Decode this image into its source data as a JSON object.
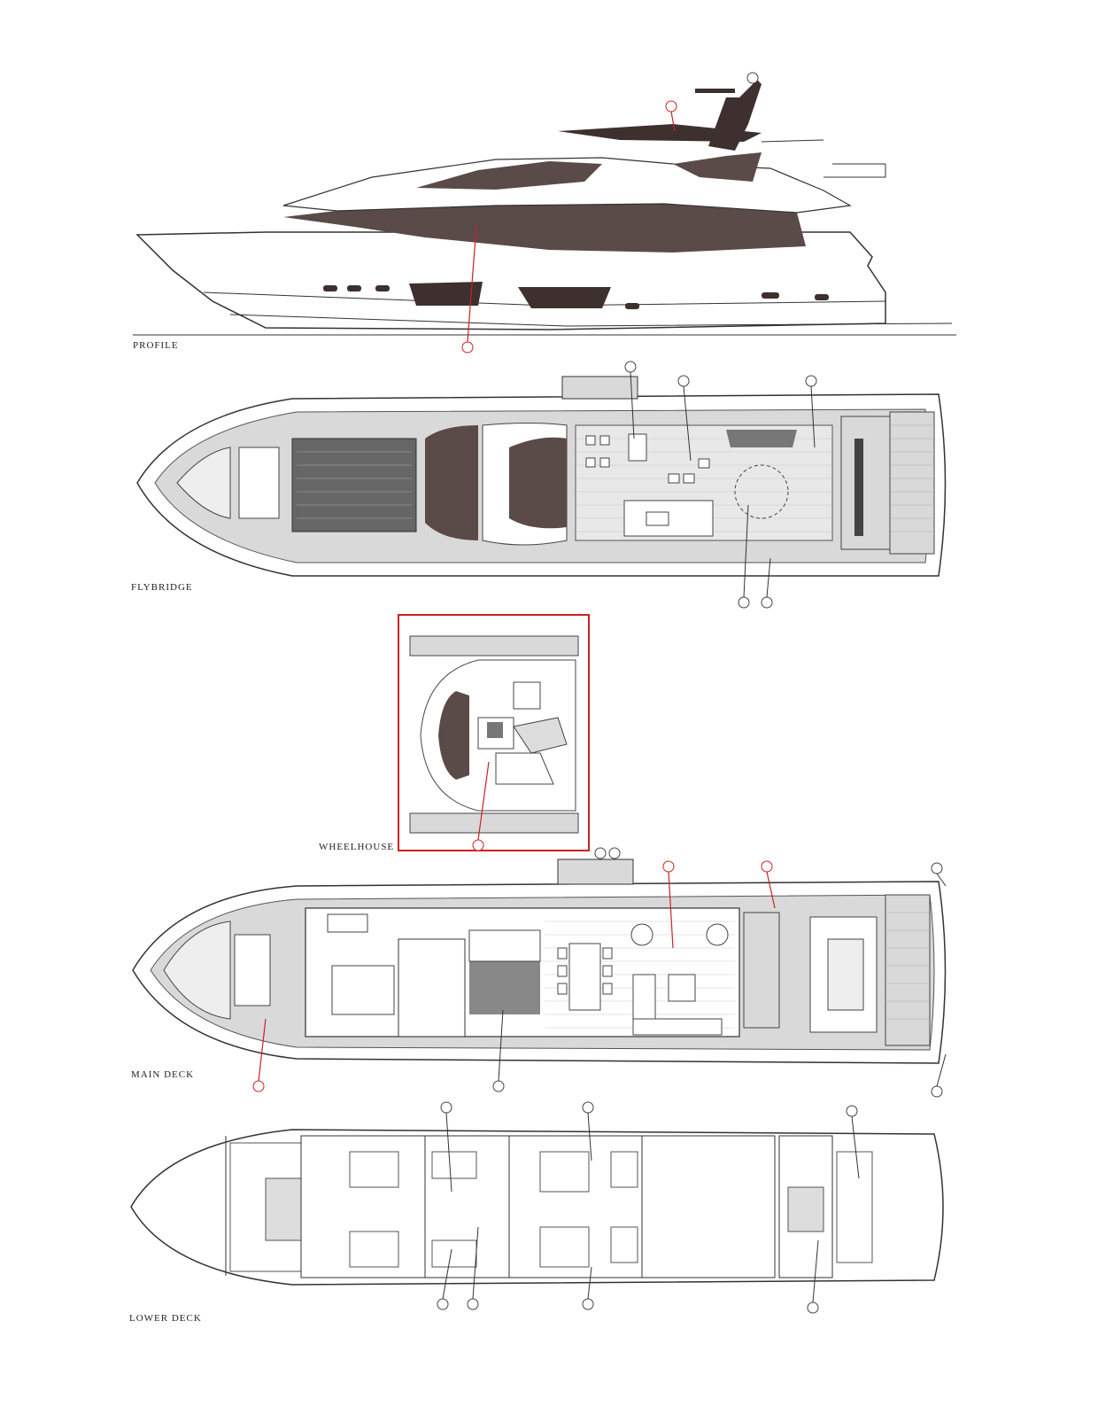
{
  "sections": {
    "profile": "PROFILE",
    "flybridge": "FLYBRIDGE",
    "wheelhouse": "WHEELHOUSE",
    "main_deck": "MAIN DECK",
    "lower_deck": "LOWER DECK"
  },
  "colors": {
    "hull_dark": "#5a4a48",
    "deck": "#d9d9d9",
    "callout_red": "#cc2222",
    "line": "#333333"
  }
}
